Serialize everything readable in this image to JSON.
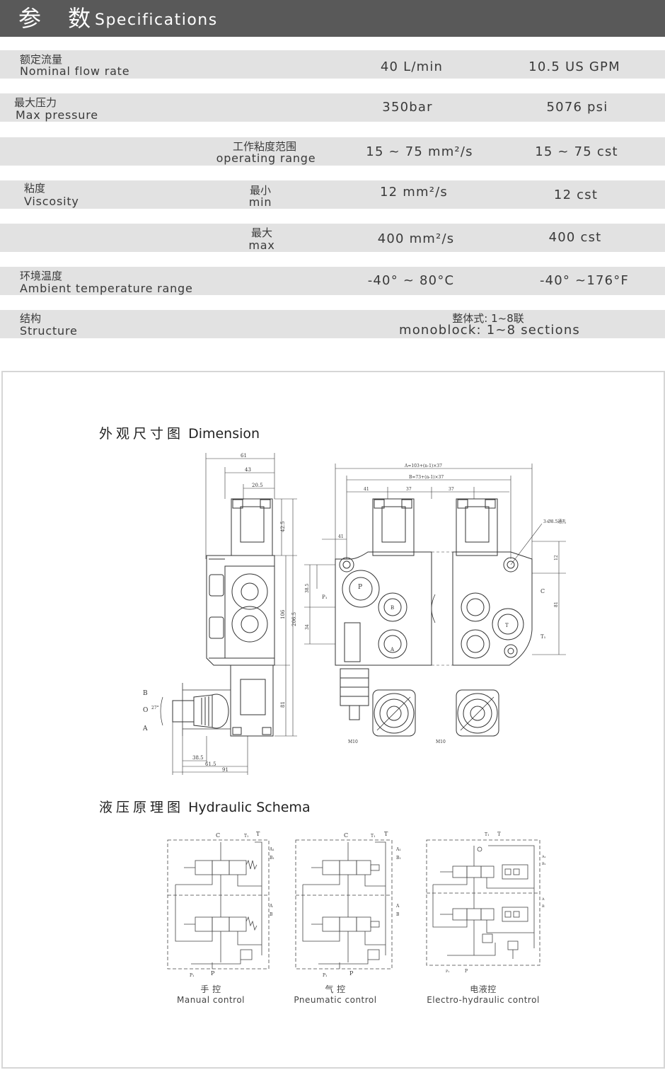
{
  "header": {
    "title_cn": "参 数",
    "title_en": "Specifications"
  },
  "specs": {
    "flow": {
      "label_cn": "额定流量",
      "label_en": "Nominal flow rate",
      "metric": "40 L/min",
      "imperial": "10.5 US GPM"
    },
    "pressure": {
      "label_cn": "最大压力",
      "label_en": "Max pressure",
      "metric": "350bar",
      "imperial": "5076 psi"
    },
    "viscosity": {
      "label_cn": "粘度",
      "label_en": "Viscosity",
      "operating": {
        "label_cn": "工作粘度范围",
        "label_en": "operating range",
        "metric": "15 ~ 75 mm²/s",
        "imperial": "15 ~ 75 cst"
      },
      "min": {
        "label_cn": "最小",
        "label_en": "min",
        "metric": "12 mm²/s",
        "imperial": "12 cst"
      },
      "max": {
        "label_cn": "最大",
        "label_en": "max",
        "metric": "400 mm²/s",
        "imperial": "400 cst"
      }
    },
    "temperature": {
      "label_cn": "环境温度",
      "label_en": "Ambient temperature range",
      "metric": "-40° ~ 80°C",
      "imperial": "-40° ~176°F"
    },
    "structure": {
      "label_cn": "结构",
      "label_en": "Structure",
      "value_cn": "整体式: 1~8联",
      "value_en": "monoblock: 1~8 sections"
    }
  },
  "dimension": {
    "title_cn": "外观尺寸图",
    "title_en": "Dimension",
    "side_view": {
      "w_total": "61",
      "w_body": "43",
      "w_top": "20.5",
      "h_coil": "42.5",
      "h_body": "106",
      "h_total": "206.5",
      "h_lower": "81",
      "h_mid": "34",
      "h_port": "38.5"
    },
    "lever": {
      "label_b": "B",
      "label_o": "O",
      "label_a": "A",
      "angle": "27°",
      "d1": "38.5",
      "d2": "61.5",
      "d3": "91"
    },
    "front_view": {
      "dim_a": "A=103+(n-1)×37",
      "dim_b": "B=73+(n-1)×37",
      "w1": "41",
      "w2": "37",
      "w3": "37",
      "h_left": "41",
      "hole_note": "3-Ø8.5通孔",
      "v1": "12",
      "v2": "81",
      "port_p": "P",
      "port_p1": "P₁",
      "port_a": "A",
      "port_b": "B",
      "port_c": "C",
      "port_t": "T",
      "port_t1": "T₁",
      "thread": "M10"
    }
  },
  "schema": {
    "title_cn": "液压原理图",
    "title_en": "Hydraulic Schema",
    "manual": {
      "caption_cn": "手  控",
      "caption_en": "Manual control"
    },
    "pneumatic": {
      "caption_cn": "气  控",
      "caption_en": "Pneumatic control"
    },
    "electro": {
      "caption_cn": "电液控",
      "caption_en": "Electro-hydraulic control"
    },
    "ports": {
      "c": "C",
      "t": "T",
      "t1": "T₁",
      "p": "P",
      "p1": "P₁",
      "a1": "A₁",
      "b1": "B₁",
      "a": "A",
      "b": "B"
    }
  }
}
